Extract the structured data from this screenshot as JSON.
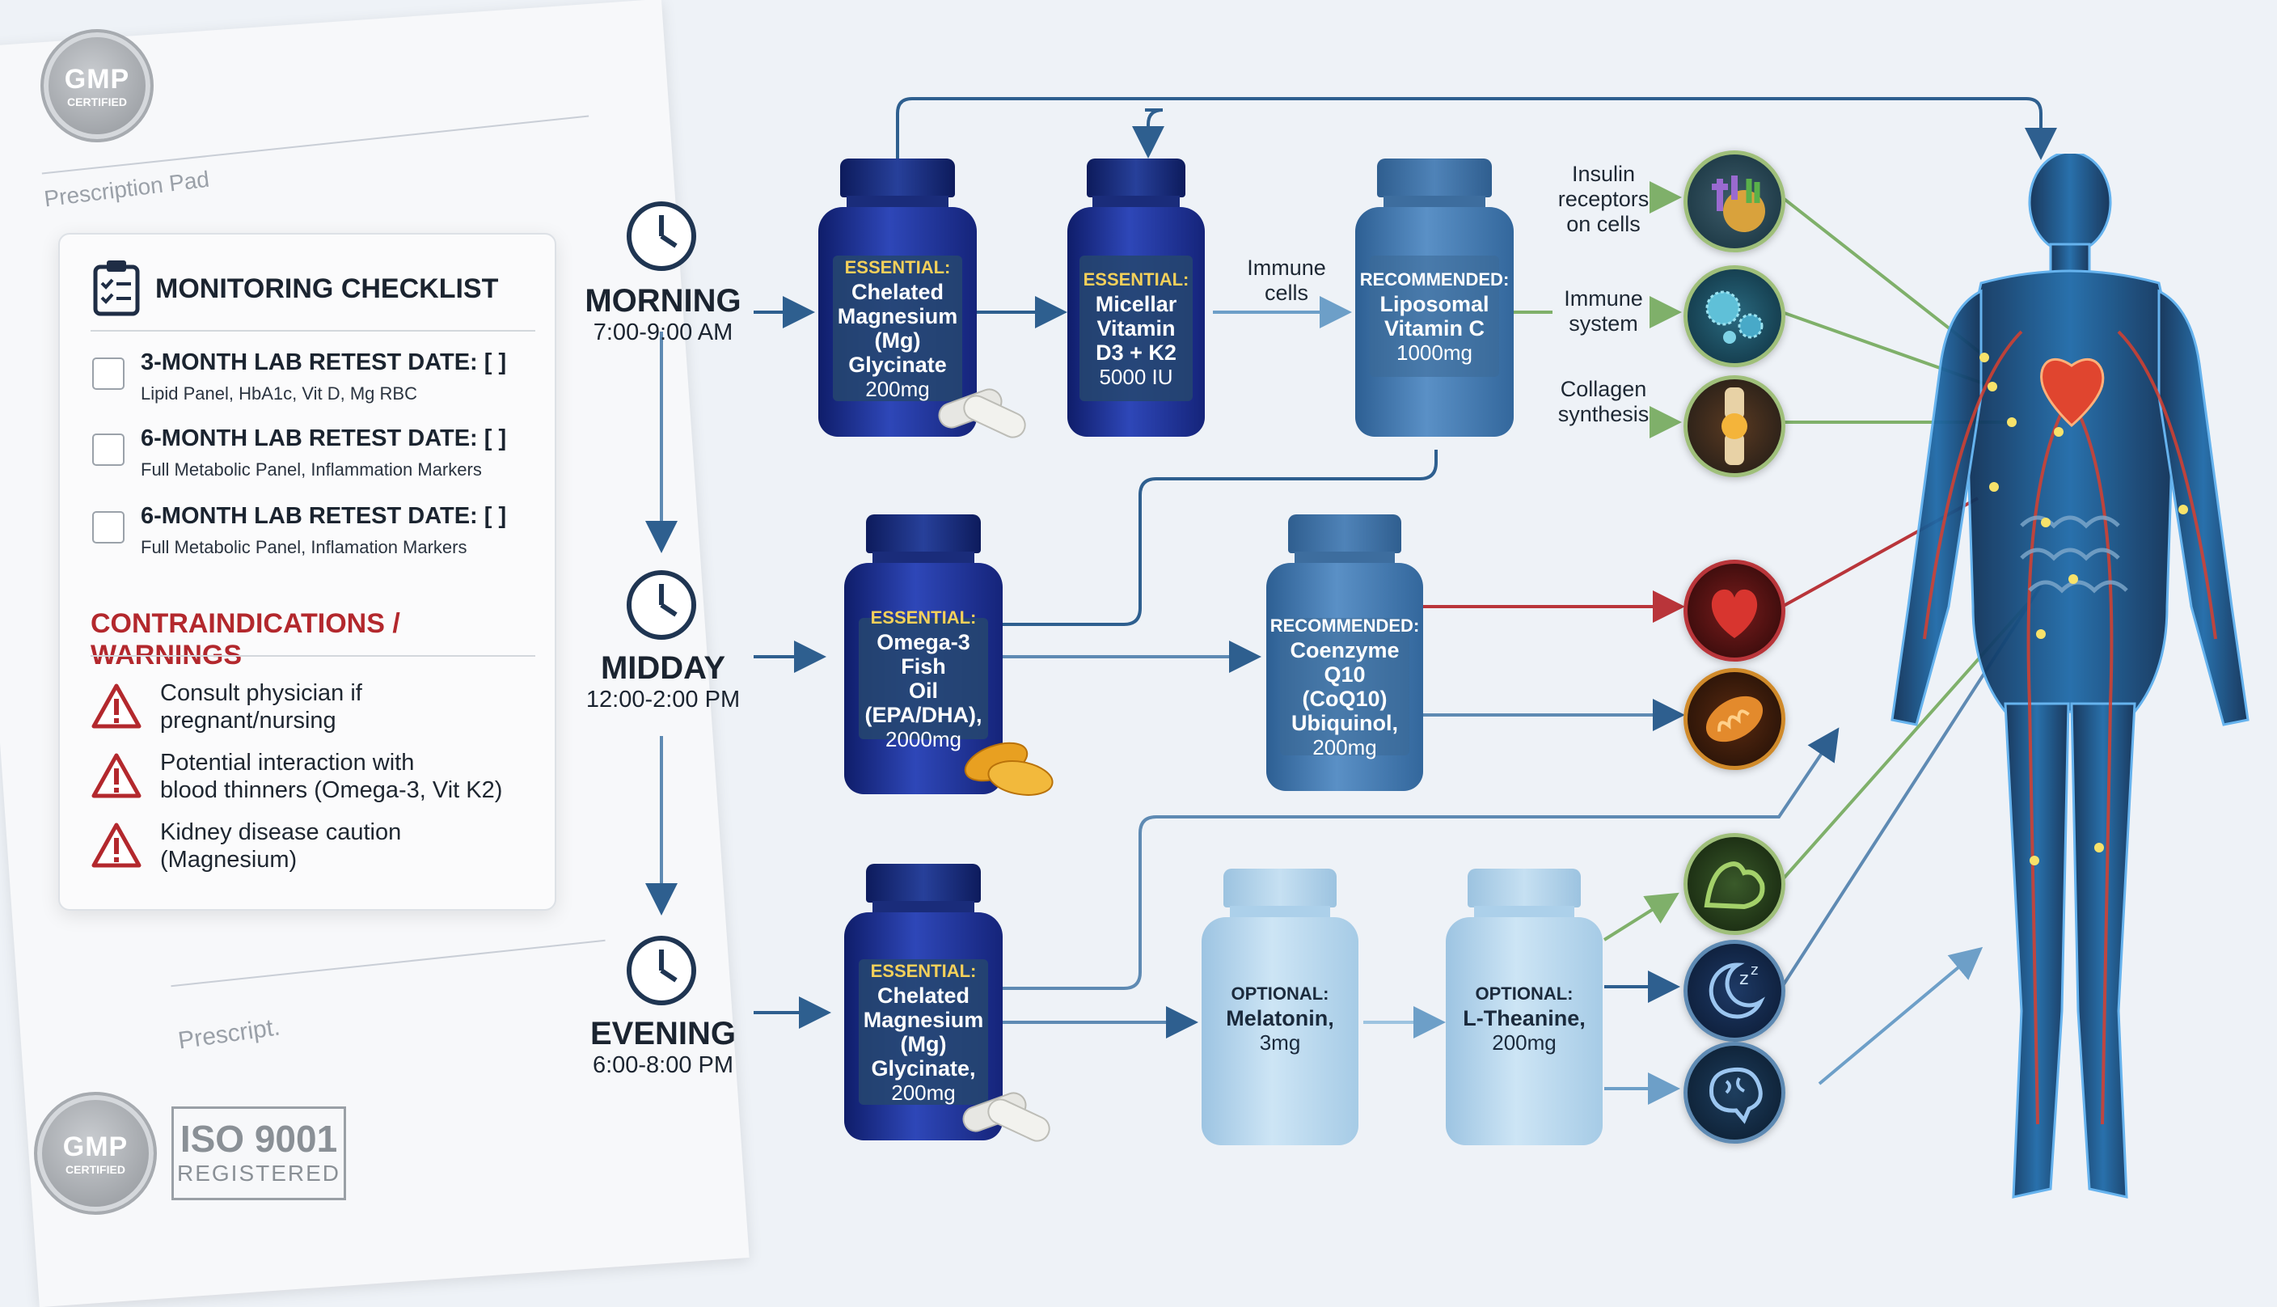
{
  "pad": {
    "top_label": "Prescription Pad",
    "bottom_label": "Prescript."
  },
  "seals": {
    "gmp_big": "GMP",
    "gmp_small": "CERTIFIED",
    "iso_big": "ISO 9001",
    "iso_small": "REGISTERED"
  },
  "checklist": {
    "title": "MONITORING CHECKLIST",
    "items": [
      {
        "main": "3-MONTH LAB RETEST DATE: [      ]",
        "sub": "Lipid Panel, HbA1c, Vit D, Mg RBC"
      },
      {
        "main": "6-MONTH LAB RETEST DATE: [      ]",
        "sub": "Full Metabolic Panel, Inflammation Markers"
      },
      {
        "main": "6-MONTH LAB RETEST DATE: [      ]",
        "sub": "Full Metabolic Panel, Inflamation Markers"
      }
    ]
  },
  "warnings": {
    "title": "CONTRAINDICATIONS / WARNINGS",
    "items": [
      {
        "line1": "Consult physician if",
        "line2": "pregnant/nursing"
      },
      {
        "line1": "Potential interaction with",
        "line2": "blood thinners (Omega-3, Vit K2)"
      },
      {
        "line1": "Kidney disease caution",
        "line2": "(Magnesium)"
      }
    ]
  },
  "times": [
    {
      "name": "MORNING",
      "range": "7:00-9:00 AM"
    },
    {
      "name": "MIDDAY",
      "range": "12:00-2:00 PM"
    },
    {
      "name": "EVENING",
      "range": "6:00-8:00 PM"
    }
  ],
  "bottles": {
    "mag_morning": {
      "tag": "ESSENTIAL:",
      "l1": "Chelated",
      "l2": "Magnesium",
      "l3": "(Mg) Glycinate",
      "dose": "200mg"
    },
    "vitd": {
      "tag": "ESSENTIAL:",
      "l1": "Micellar",
      "l2": "Vitamin",
      "l3": "D3 + K2",
      "dose": "5000 IU"
    },
    "vitc": {
      "tag": "RECOMMENDED:",
      "l1": "Liposomal",
      "l2": "Vitamin C",
      "dose": "1000mg"
    },
    "omega": {
      "tag": "ESSENTIAL:",
      "l1": "Omega-3 Fish",
      "l2": "Oil (EPA/DHA),",
      "dose": "2000mg"
    },
    "coq10": {
      "tag": "RECOMMENDED:",
      "l1": "Coenzyme Q10",
      "l2": "(CoQ10)",
      "l3": "Ubiquinol,",
      "dose": "200mg"
    },
    "mag_evening": {
      "tag": "ESSENTIAL:",
      "l1": "Chelated",
      "l2": "Magnesium",
      "l3": "(Mg) Glycinate,",
      "dose": "200mg"
    },
    "melatonin": {
      "tag": "OPTIONAL:",
      "l1": "Melatonin,",
      "dose": "3mg"
    },
    "theanine": {
      "tag": "OPTIONAL:",
      "l1": "L-Theanine,",
      "dose": "200mg"
    }
  },
  "effects": {
    "immune_cells": {
      "l1": "Immune",
      "l2": "cells"
    },
    "insulin": {
      "l1": "Insulin",
      "l2": "receptors",
      "l3": "on cells"
    },
    "immune_system": {
      "l1": "Immune",
      "l2": "system"
    },
    "collagen": {
      "l1": "Collagen",
      "l2": "synthesis"
    }
  },
  "icons": [
    "insulin-receptor-icon",
    "immune-cells-icon",
    "knee-joint-icon",
    "heart-icon",
    "mitochondria-icon",
    "muscle-arm-icon",
    "moon-sleep-icon",
    "brain-icon"
  ],
  "colors": {
    "warning_red": "#b3282d",
    "dark_bottle": "#1f3394",
    "mid_bottle": "#3f72a8",
    "light_bottle": "#b7d7ee",
    "flow_blue": "#3d6f9c",
    "green_line": "#7fb06a",
    "red_line": "#b9353a"
  }
}
